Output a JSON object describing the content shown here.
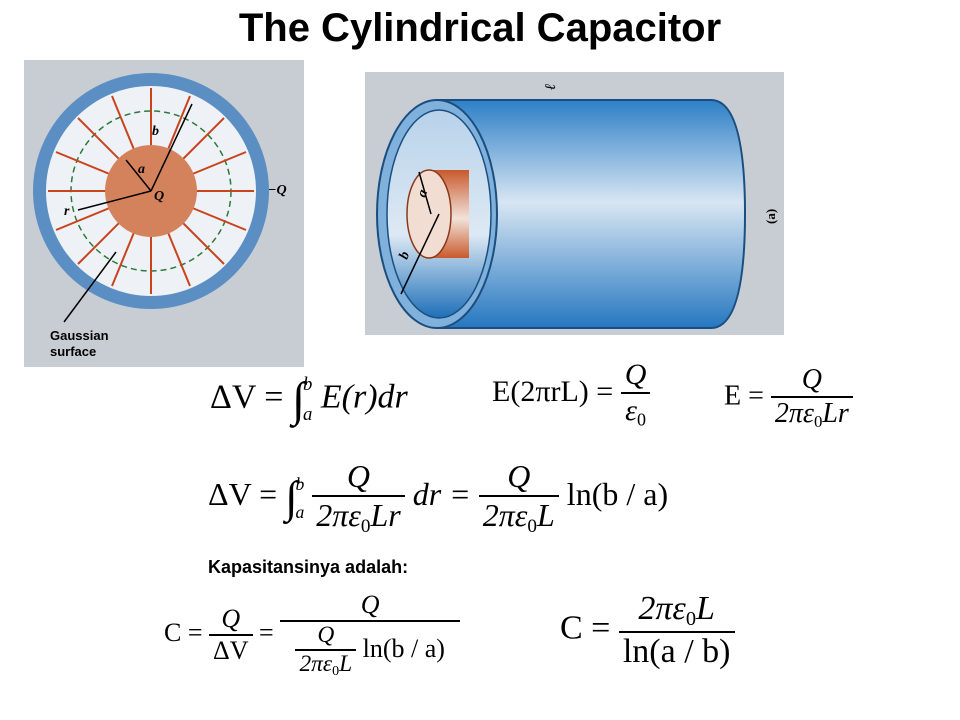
{
  "slide": {
    "title": "The Cylindrical Capacitor"
  },
  "figure_cross_section": {
    "labels": {
      "b": "b",
      "a": "a",
      "Q": "Q",
      "neg_Q": "−Q",
      "r": "r",
      "gaussian_line1": "Gaussian",
      "gaussian_line2": "surface"
    },
    "colors": {
      "outer_shell": "#5b8fc4",
      "inner_core": "#d4825c",
      "background": "#c8cdd3",
      "arrow": "#c8431e",
      "gaussian": "#2a7a3a"
    }
  },
  "figure_3d": {
    "labels": {
      "ell": "ℓ",
      "a": "a",
      "b": "b",
      "caption": "(a)"
    },
    "colors": {
      "cylinder_light": "#d8e6f3",
      "cylinder_dark": "#2577c0",
      "core": "#c85a2c"
    }
  },
  "equations": {
    "dV_integral": {
      "lhs": "ΔV =",
      "upper": "b",
      "lower": "a",
      "integrand": "E(r)dr"
    },
    "gauss": {
      "lhs": "E(2πrL) =",
      "num": "Q",
      "den": "ε",
      "den_sub": "0"
    },
    "E_field": {
      "lhs": "E =",
      "num": "Q",
      "den": "2πε",
      "den_sub": "0",
      "den_tail": "Lr"
    },
    "dV_full": {
      "lhs": "ΔV =",
      "upper": "b",
      "lower": "a",
      "num": "Q",
      "den": "2πε",
      "den_sub": "0",
      "den_tail": "Lr",
      "dr": "dr =",
      "num2": "Q",
      "den2": "2πε",
      "den2_sub": "0",
      "den2_tail": "L",
      "ln": "ln(b / a)"
    },
    "capacitance_label": "Kapasitansinya adalah:",
    "C_derive": {
      "lhs": "C =",
      "num": "Q",
      "den": "ΔV",
      "eq": "=",
      "big_num": "Q",
      "inner_num": "Q",
      "inner_den": "2πε",
      "inner_den_sub": "0",
      "inner_den_tail": "L",
      "ln": "ln(b / a)"
    },
    "C_final": {
      "lhs": "C =",
      "num": "2πε",
      "num_sub": "0",
      "num_tail": "L",
      "den": "ln(a / b)"
    }
  }
}
